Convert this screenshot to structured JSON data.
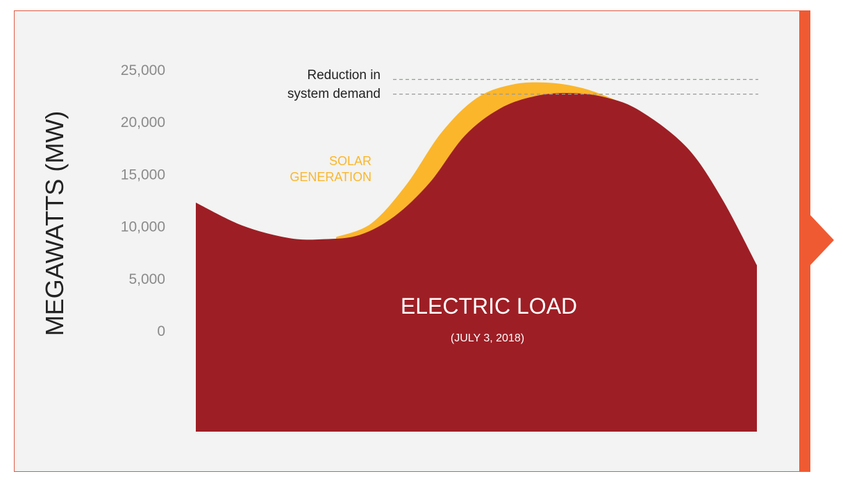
{
  "colors": {
    "panel_background": "#f2f3f2",
    "panel_border": "#e05a45",
    "accent": "#f05a32",
    "electric_load": "#9e1e25",
    "solar_generation": "#fbb62c",
    "dashed_line": "#999999"
  },
  "icons": {
    "side_arrow": "right-triangle-arrow"
  },
  "chart_data": {
    "type": "area",
    "ylabel": "MEGAWATTS (MW)",
    "xlabel": "",
    "ylim": [
      -9000,
      25000
    ],
    "yticks": [
      "25,000",
      "20,000",
      "15,000",
      "10,000",
      "5,000",
      "0"
    ],
    "ytick_values": [
      25000,
      20000,
      15000,
      10000,
      5000,
      0
    ],
    "x_range": [
      0,
      24
    ],
    "series": [
      {
        "name": "ELECTRIC LOAD",
        "subtitle": "(JULY 3, 2018)",
        "points": [
          [
            0,
            12300
          ],
          [
            2,
            10100
          ],
          [
            4,
            8900
          ],
          [
            5.5,
            8800
          ],
          [
            7,
            9200
          ],
          [
            8.5,
            11000
          ],
          [
            10,
            14200
          ],
          [
            11.5,
            18700
          ],
          [
            13,
            21300
          ],
          [
            14.5,
            22500
          ],
          [
            16,
            22800
          ],
          [
            17.5,
            22400
          ],
          [
            19,
            21100
          ],
          [
            21,
            17600
          ],
          [
            22.5,
            12700
          ],
          [
            24,
            6300
          ]
        ]
      },
      {
        "name": "SOLAR GENERATION",
        "points": [
          [
            6,
            9000
          ],
          [
            7.5,
            10300
          ],
          [
            9,
            14000
          ],
          [
            10.5,
            19000
          ],
          [
            12,
            22300
          ],
          [
            13.5,
            23600
          ],
          [
            15,
            23800
          ],
          [
            16.5,
            23300
          ],
          [
            18,
            22100
          ],
          [
            19,
            21100
          ]
        ]
      }
    ],
    "annotations": {
      "reduction_label_line1": "Reduction in",
      "reduction_label_line2": "system demand",
      "reduction_upper_value": 24100,
      "reduction_lower_value": 22700,
      "solar_label_line1": "SOLAR",
      "solar_label_line2": "GENERATION"
    }
  }
}
